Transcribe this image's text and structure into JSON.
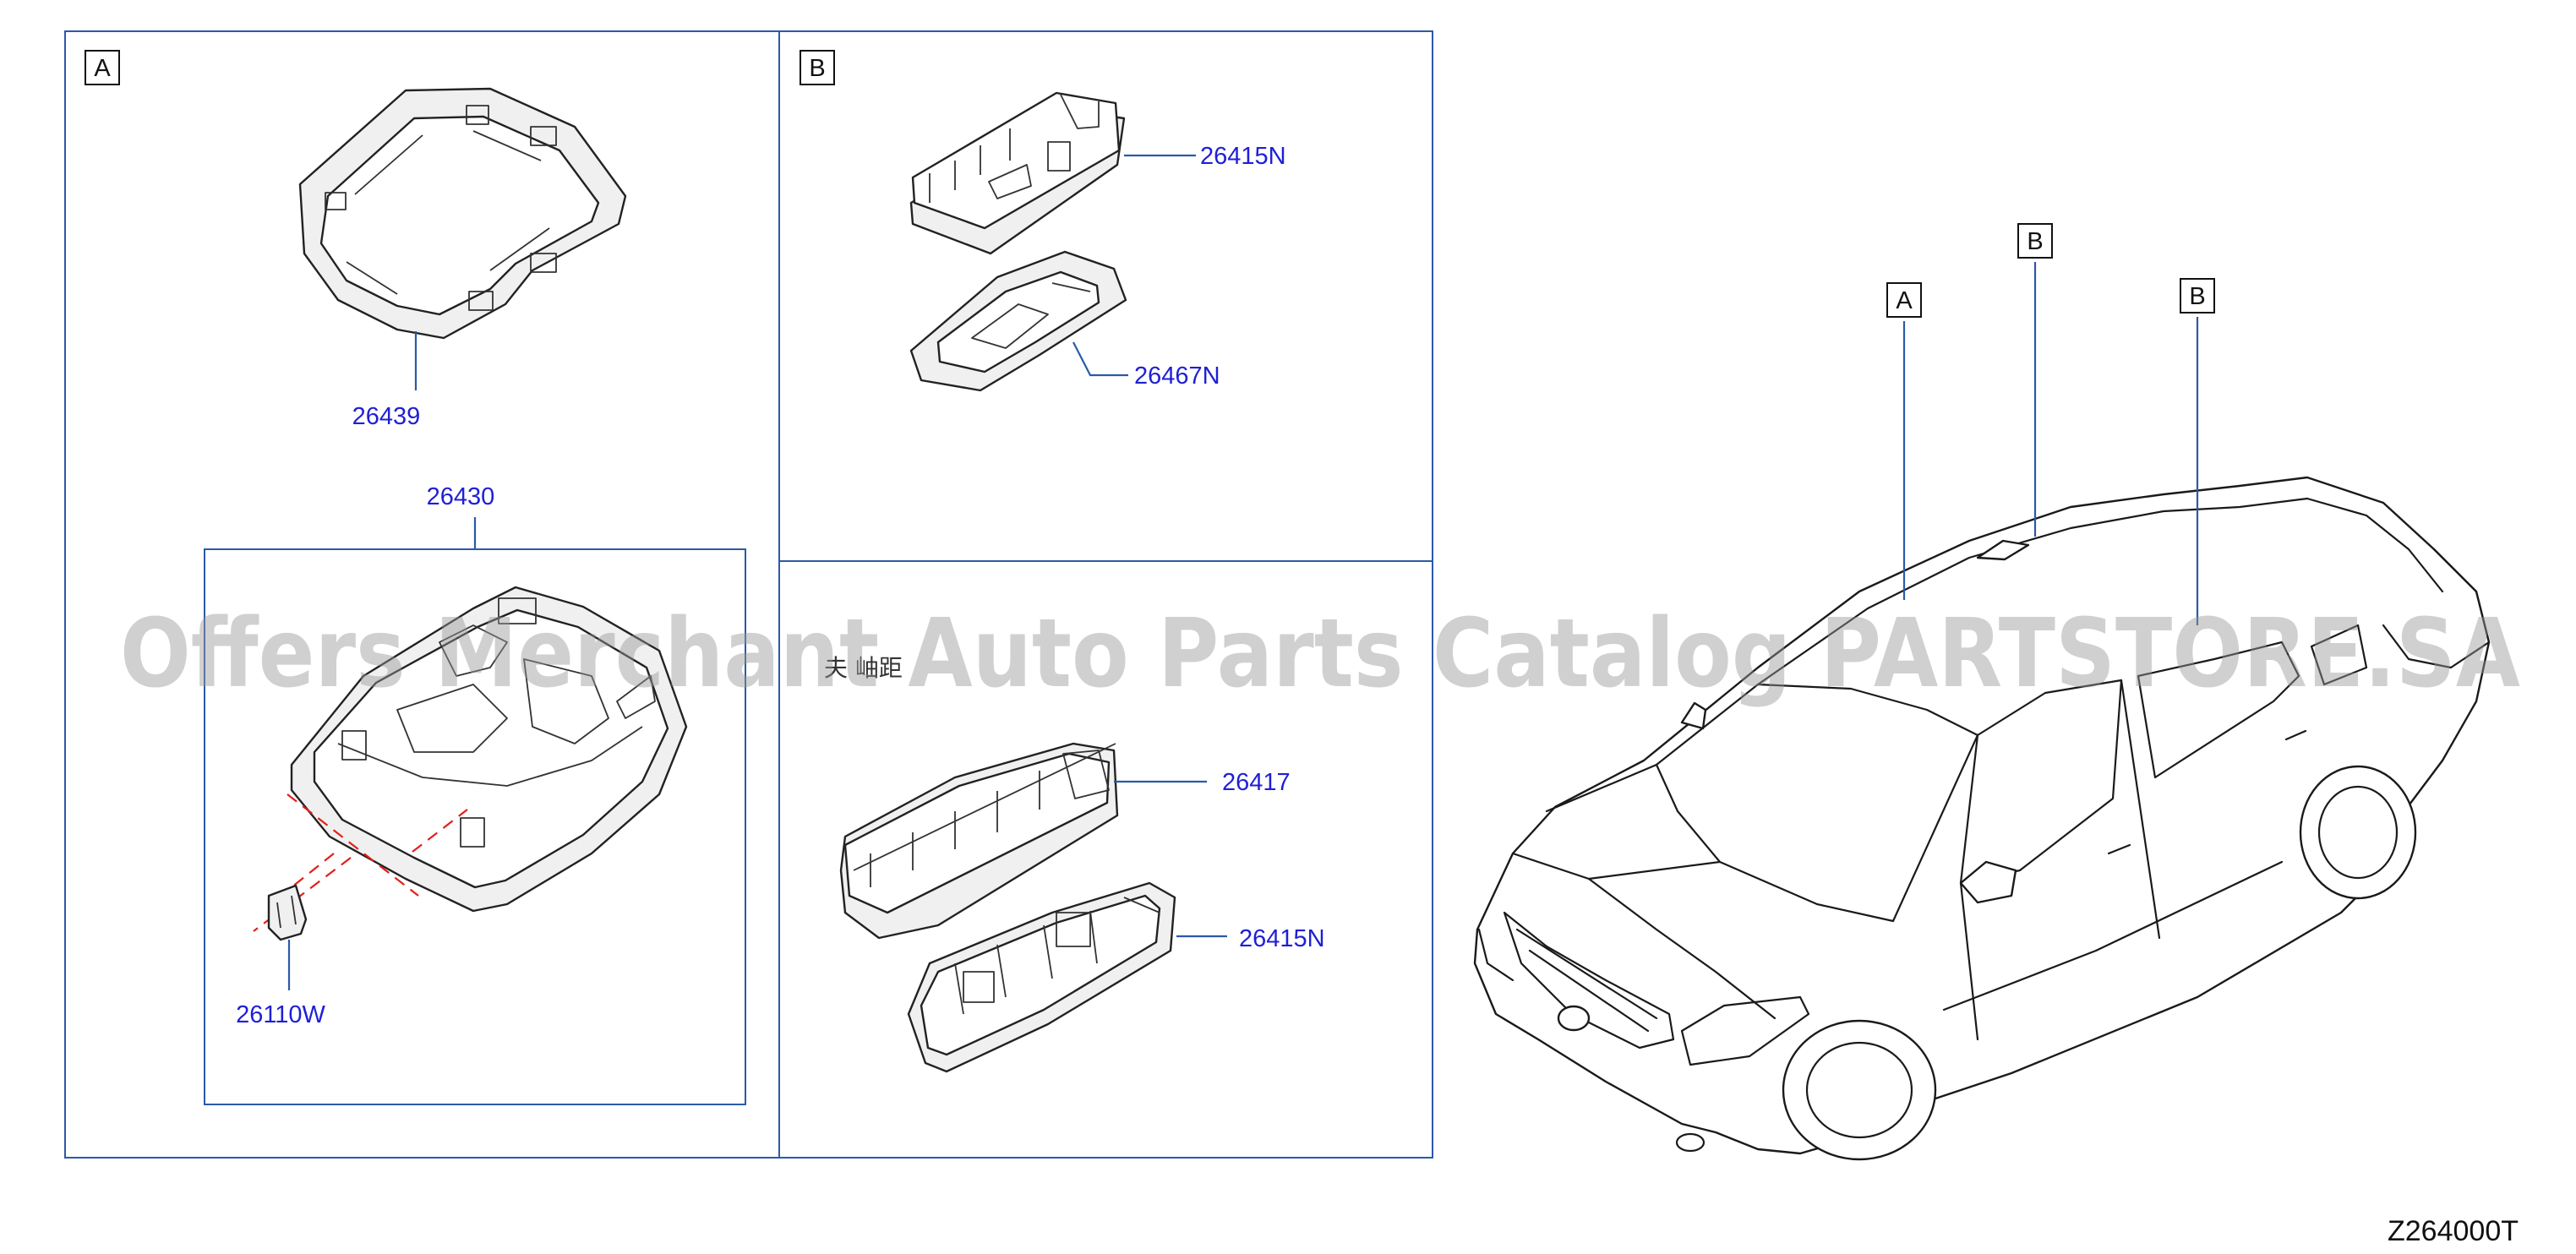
{
  "sections": {
    "a_label": "A",
    "b_label": "B",
    "car_a_label": "A",
    "car_b1_label": "B",
    "car_b2_label": "B"
  },
  "parts": {
    "p26439": "26439",
    "p26430": "26430",
    "p26110w": "26110W",
    "p26415n_top": "26415N",
    "p26467n": "26467N",
    "p26417": "26417",
    "p26415n_bottom": "26415N"
  },
  "stray_text": "夫 岫距",
  "diagram_code": "Z264000T",
  "watermark": "Offers Merchant Auto Parts Catalog PARTSTORE.SA",
  "colors": {
    "frame": "#2a5aa8",
    "part_number": "#1f1fd6",
    "clip_dash": "#e0201a",
    "watermark": "#969696"
  }
}
